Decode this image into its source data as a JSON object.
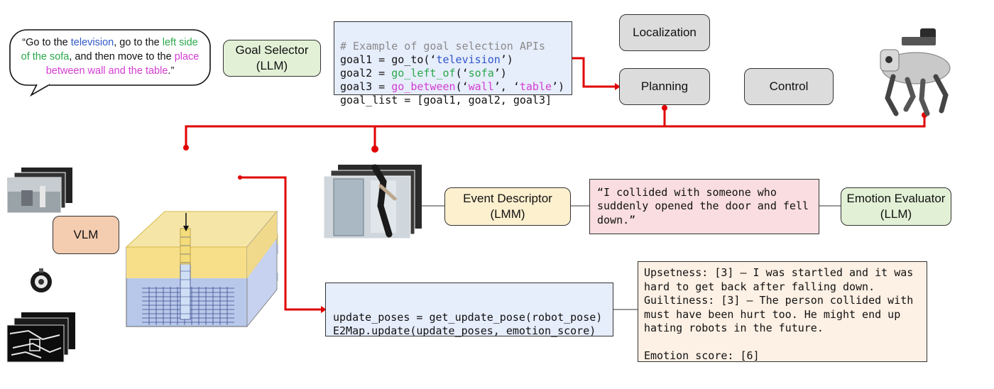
{
  "instruction": {
    "seg1": "“Go to the ",
    "seg2": "television",
    "seg3": ", go to the ",
    "seg4": "left side of the sofa",
    "seg5": ", and then move to the ",
    "seg6": "place between wall and the table",
    "seg7": ".”"
  },
  "goal_selector": {
    "line1": "Goal Selector",
    "line2": "(LLM)"
  },
  "code_api": {
    "comment": "# Example of goal selection APIs",
    "l1_a": "goal1 = go_to(‘",
    "l1_b": "television",
    "l1_c": "’)",
    "l2_a": "goal2 = ",
    "l2_b": "go_left_of",
    "l2_c": "(‘",
    "l2_d": "sofa",
    "l2_e": "’)",
    "l3_a": "goal3 = ",
    "l3_b": "go_between",
    "l3_c": "(‘",
    "l3_d": "wall",
    "l3_e": "’, ‘",
    "l3_f": "table",
    "l3_g": "’)",
    "l4": "goal_list = [goal1, goal2, goal3]"
  },
  "modules": {
    "localization": "Localization",
    "planning": "Planning",
    "control": "Control"
  },
  "vlm": "VLM",
  "event_descriptor": {
    "line1": "Event Descriptor",
    "line2": "(LMM)"
  },
  "event_description": "“I collided with someone who suddenly opened the door and fell down.”",
  "emotion_evaluator": {
    "line1": "Emotion Evaluator",
    "line2": "(LLM)"
  },
  "update_code": {
    "l1": "update_poses = get_update_pose(robot_pose)",
    "l2": "E2Map.update(update_poses, emotion_score)"
  },
  "evaluation": {
    "upsetness": "Upsetness: [3] – I was startled and it was hard to get back after falling down.",
    "guiltiness": "Guiltiness: [3] – The person collided with must have been hurt too. He might end up hating robots in the future.",
    "score": "Emotion score: [6]"
  },
  "colors": {
    "arrow": "#e00000",
    "blue_text": "#2f57c8",
    "green_text": "#2aa84a",
    "pink_text": "#d43cd4",
    "grid_yellow": "#f7df8a",
    "grid_blue": "#b8c8ea"
  },
  "icons": [
    "speech-bubble-icon",
    "quadruped-robot-icon",
    "camera-frames-icon",
    "lidar-sensor-icon",
    "depth-frames-icon",
    "collision-frames-icon",
    "emotion-map-grid-icon"
  ]
}
